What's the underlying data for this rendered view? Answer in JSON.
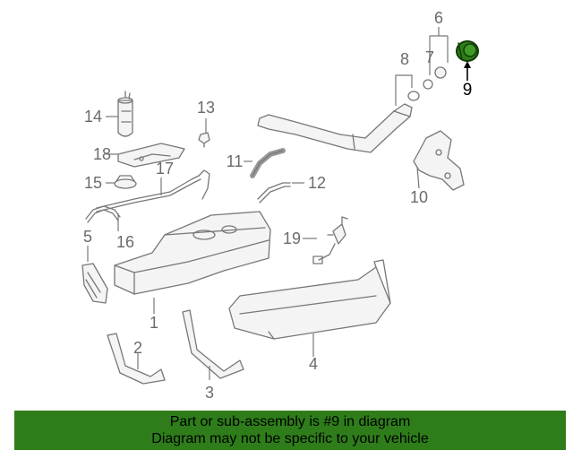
{
  "diagram": {
    "highlighted_part": "9",
    "highlight_color": "#2e7d1a",
    "callouts": {
      "c1": "1",
      "c2": "2",
      "c3": "3",
      "c4": "4",
      "c5": "5",
      "c6": "6",
      "c7": "7",
      "c8": "8",
      "c9": "9",
      "c10": "10",
      "c11": "11",
      "c12": "12",
      "c13": "13",
      "c14": "14",
      "c15": "15",
      "c16": "16",
      "c17": "17",
      "c18": "18",
      "c19": "19"
    }
  },
  "banner": {
    "line1": "Part or sub-assembly is #9 in diagram",
    "line2": "Diagram may not be specific to your vehicle",
    "background": "#2e7d1a"
  }
}
